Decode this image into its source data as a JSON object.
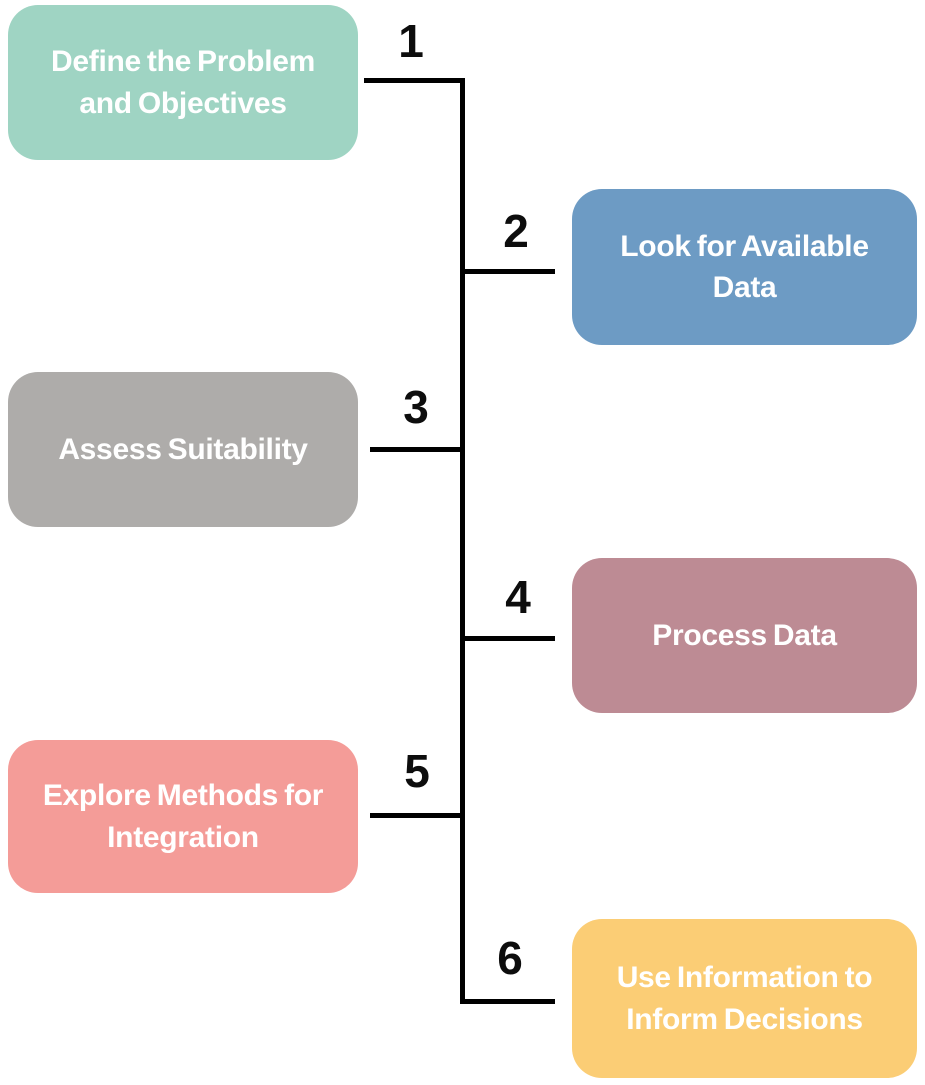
{
  "steps": [
    {
      "number": "1",
      "label": "Define the Problem and Objectives",
      "color": "#9fd4c3"
    },
    {
      "number": "2",
      "label": "Look for Available Data",
      "color": "#6d9bc4"
    },
    {
      "number": "3",
      "label": "Assess Suitability",
      "color": "#aeacaa"
    },
    {
      "number": "4",
      "label": "Process Data",
      "color": "#bd8b94"
    },
    {
      "number": "5",
      "label": "Explore Methods for Integration",
      "color": "#f49c98"
    },
    {
      "number": "6",
      "label": "Use Information to Inform Decisions",
      "color": "#fbcd75"
    }
  ],
  "colors": {
    "background": "#ffffff",
    "connector_line": "#000000",
    "box_text": "#ffffff",
    "number_text": "#0d0d0d"
  }
}
